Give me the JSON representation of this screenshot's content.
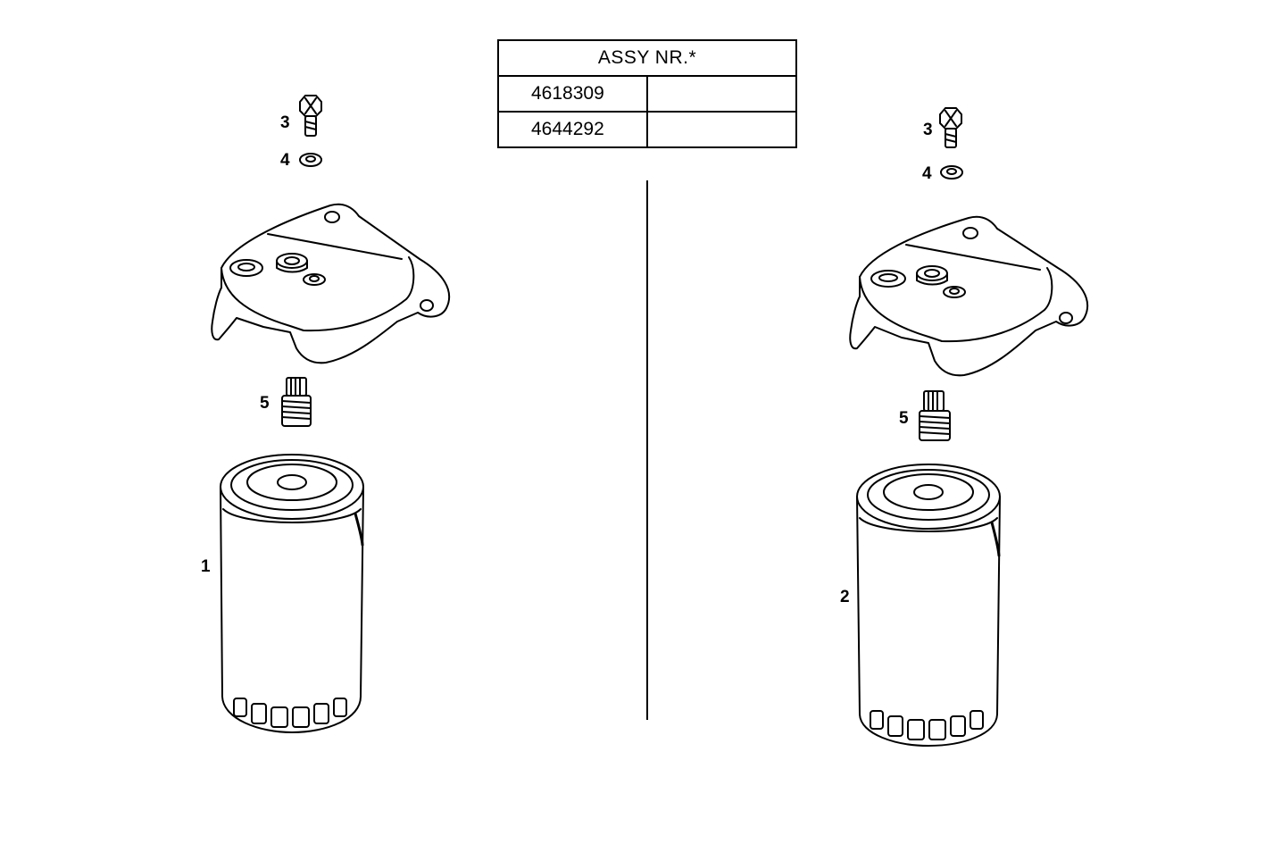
{
  "assy_table": {
    "header": "ASSY  NR.*",
    "rows": [
      {
        "number": "4618309",
        "value": ""
      },
      {
        "number": "4644292",
        "value": ""
      }
    ]
  },
  "callouts": {
    "left": {
      "screw": "3",
      "washer": "4",
      "nipple": "5",
      "filter": "1"
    },
    "right": {
      "screw": "3",
      "washer": "4",
      "nipple": "5",
      "filter": "2"
    }
  },
  "colors": {
    "ink": "#000000",
    "paper": "#ffffff"
  }
}
